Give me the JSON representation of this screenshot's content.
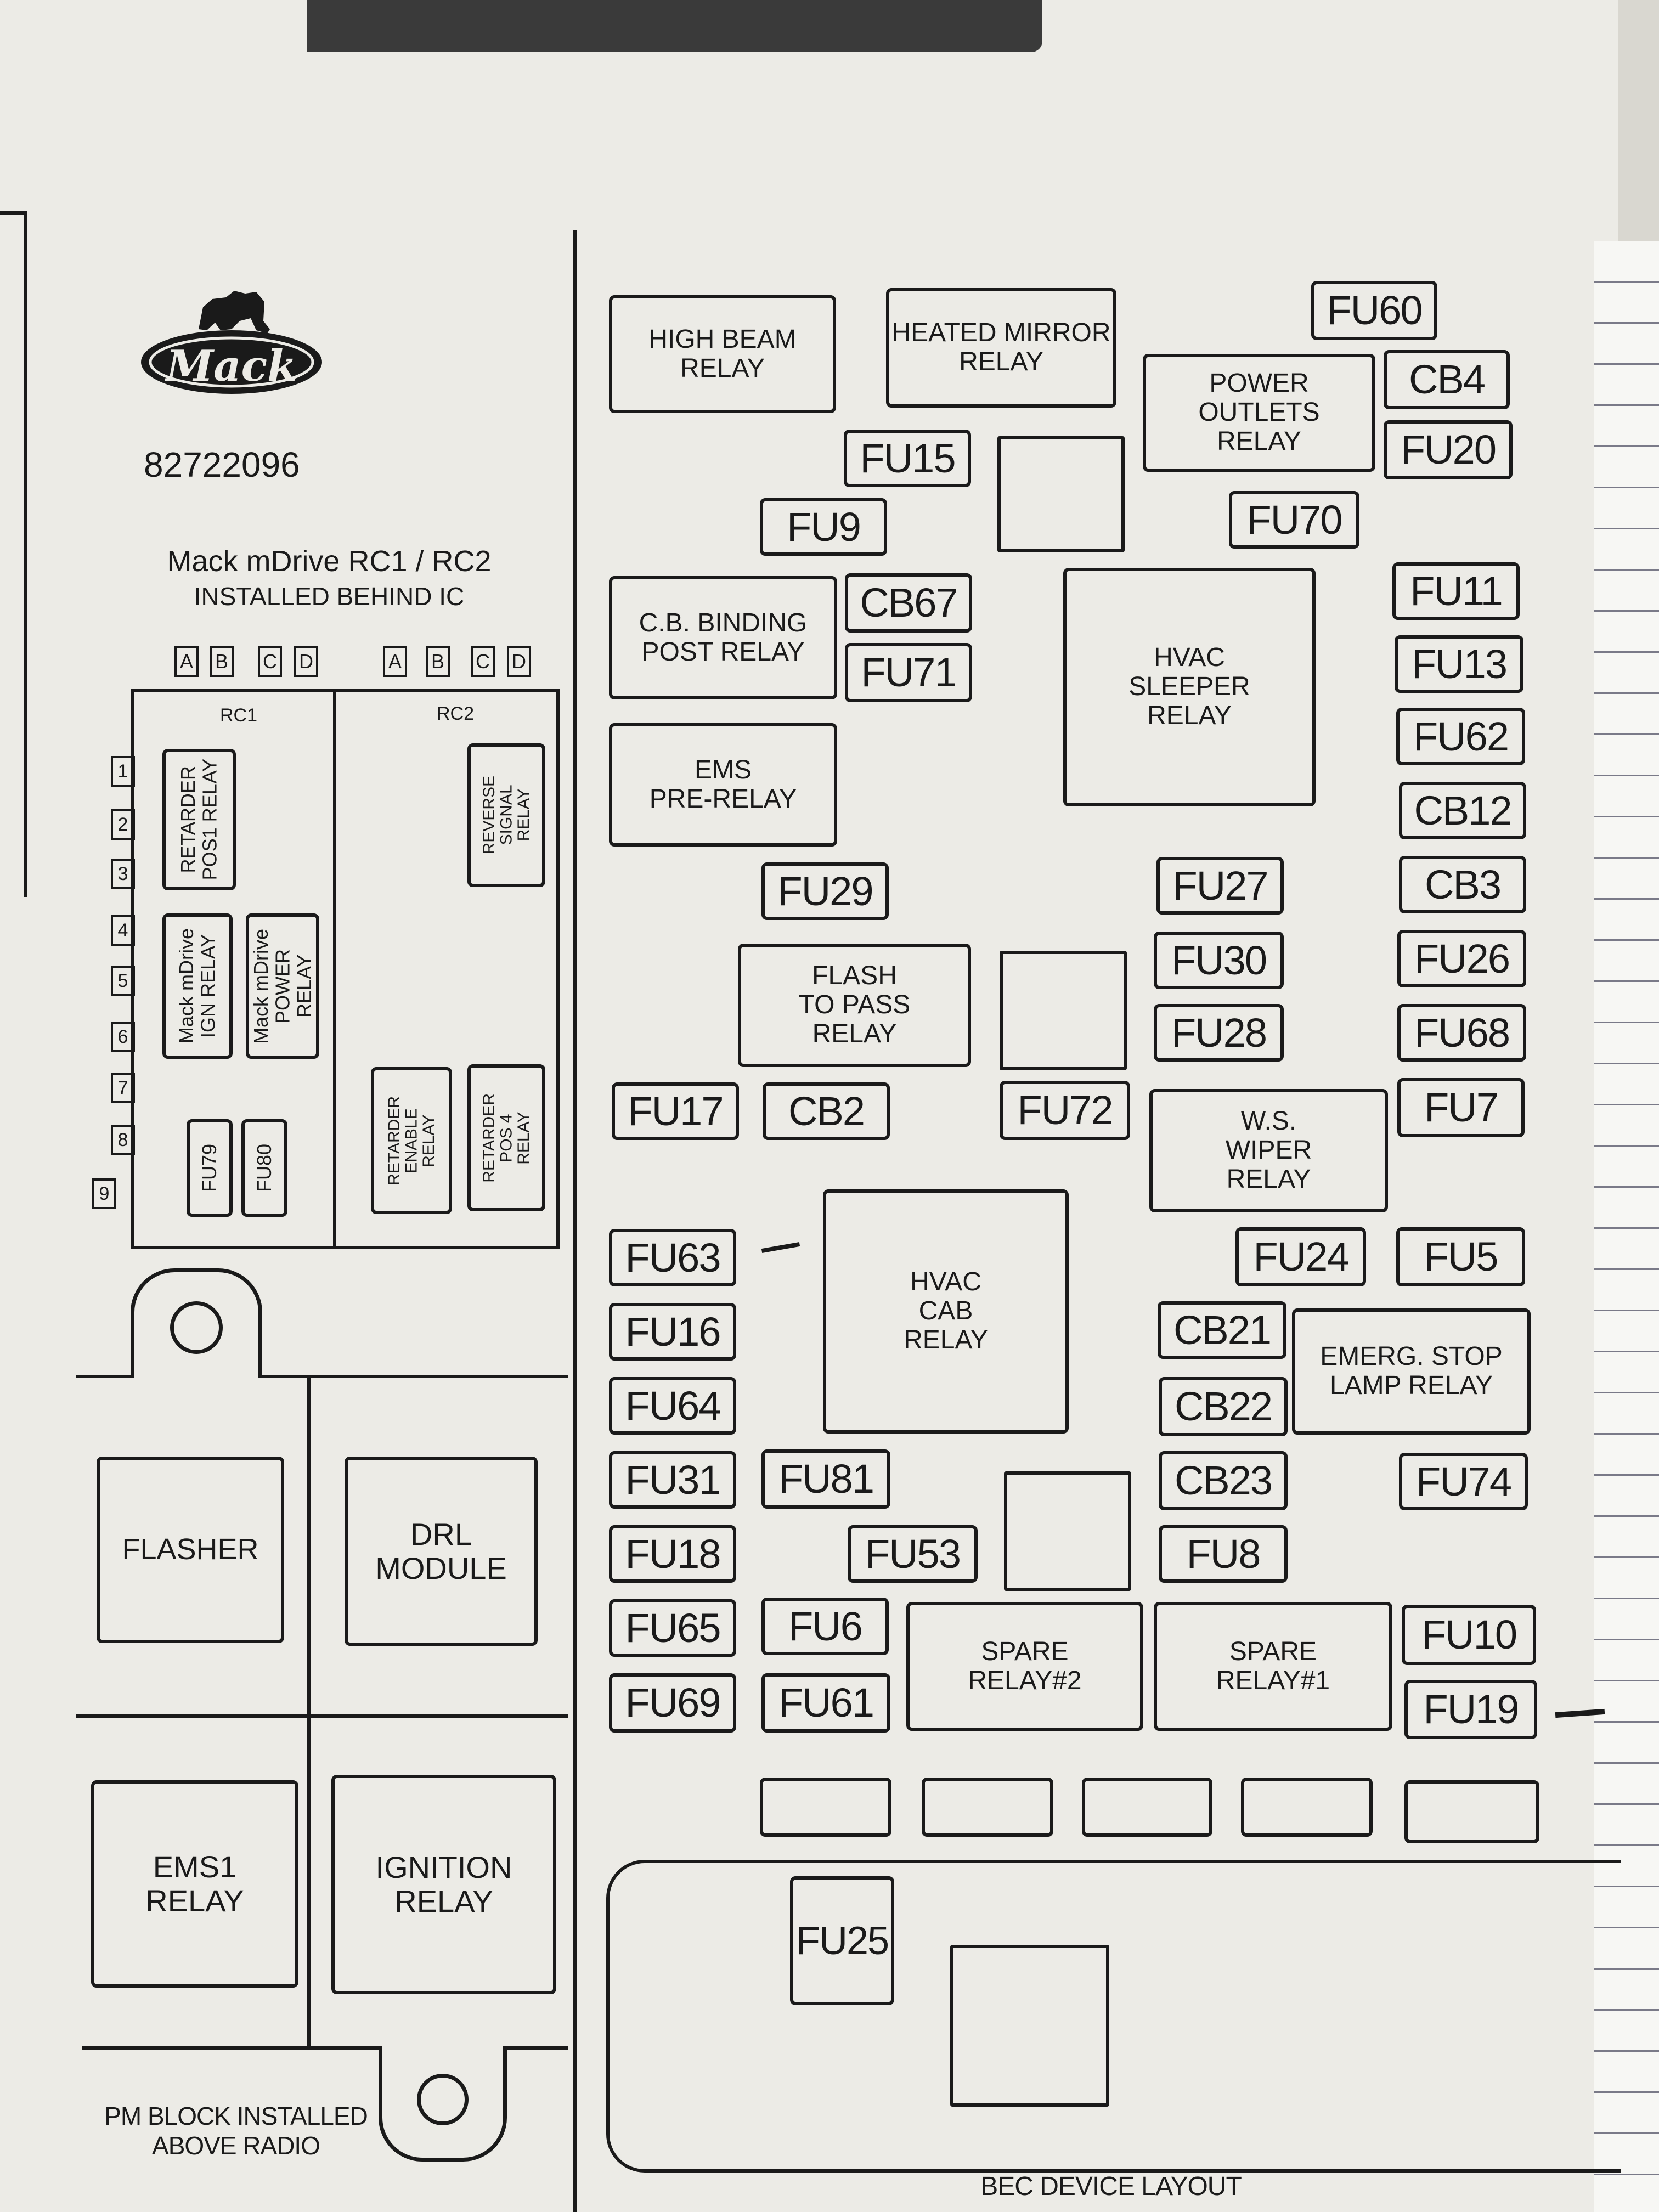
{
  "header": {
    "brand": "Mack",
    "part_number": "82722096",
    "title_line1": "Mack mDrive RC1 / RC2",
    "title_line2": "INSTALLED BEHIND IC"
  },
  "rc_panel": {
    "rc1_label": "RC1",
    "rc2_label": "RC2",
    "column_tags": [
      "A",
      "B",
      "C",
      "D"
    ],
    "row_numbers": [
      "1",
      "2",
      "3",
      "4",
      "5",
      "6",
      "7",
      "8",
      "9"
    ],
    "retarder_pos1": "RETARDER\nPOS1  RELAY",
    "mdrive_ign": "Mack mDrive\nIGN RELAY",
    "mdrive_power": "Mack mDrive\nPOWER RELAY",
    "fu79": "FU79",
    "fu80": "FU80",
    "reverse_signal": "REVERSE\nSIGNAL\nRELAY",
    "retarder_enable": "RETARDER\nENABLE\nRELAY",
    "retarder_pos4": "RETARDER\nPOS 4\nRELAY"
  },
  "pm_block": {
    "flasher": "FLASHER",
    "drl_module": "DRL\nMODULE",
    "ems1_relay": "EMS1\nRELAY",
    "ignition_relay": "IGNITION\nRELAY",
    "caption": "PM BLOCK INSTALLED\nABOVE RADIO"
  },
  "bec": {
    "relays": {
      "high_beam": "HIGH BEAM\nRELAY",
      "heated_mirror": "HEATED MIRROR\nRELAY",
      "power_outlets": "POWER OUTLETS\nRELAY",
      "cb_binding": "C.B. BINDING\nPOST RELAY",
      "hvac_sleeper": "HVAC\nSLEEPER\nRELAY",
      "ems_pre": "EMS\nPRE-RELAY",
      "flash_to_pass": "FLASH\nTO PASS\nRELAY",
      "ws_wiper": "W.S.\nWIPER\nRELAY",
      "hvac_cab": "HVAC\nCAB\nRELAY",
      "emerg_stop": "EMERG. STOP\nLAMP RELAY",
      "spare2": "SPARE\nRELAY#2",
      "spare1": "SPARE\nRELAY#1"
    },
    "fuses": {
      "fu60": "FU60",
      "cb4": "CB4",
      "fu20": "FU20",
      "fu15": "FU15",
      "fu9": "FU9",
      "fu70": "FU70",
      "fu11": "FU11",
      "cb67": "CB67",
      "fu71": "FU71",
      "fu13": "FU13",
      "fu62": "FU62",
      "cb12": "CB12",
      "fu29": "FU29",
      "fu27": "FU27",
      "cb3": "CB3",
      "fu30": "FU30",
      "fu26": "FU26",
      "fu28": "FU28",
      "fu68": "FU68",
      "fu17": "FU17",
      "cb2": "CB2",
      "fu72": "FU72",
      "fu7": "FU7",
      "fu63": "FU63",
      "fu24": "FU24",
      "fu5": "FU5",
      "fu16": "FU16",
      "cb21": "CB21",
      "fu64": "FU64",
      "cb22": "CB22",
      "fu31": "FU31",
      "fu81": "FU81",
      "cb23": "CB23",
      "fu74": "FU74",
      "fu18": "FU18",
      "fu53": "FU53",
      "fu8": "FU8",
      "fu65": "FU65",
      "fu6": "FU6",
      "fu10": "FU10",
      "fu69": "FU69",
      "fu61": "FU61",
      "fu19": "FU19",
      "fu25": "FU25"
    },
    "caption": "BEC DEVICE LAYOUT"
  }
}
